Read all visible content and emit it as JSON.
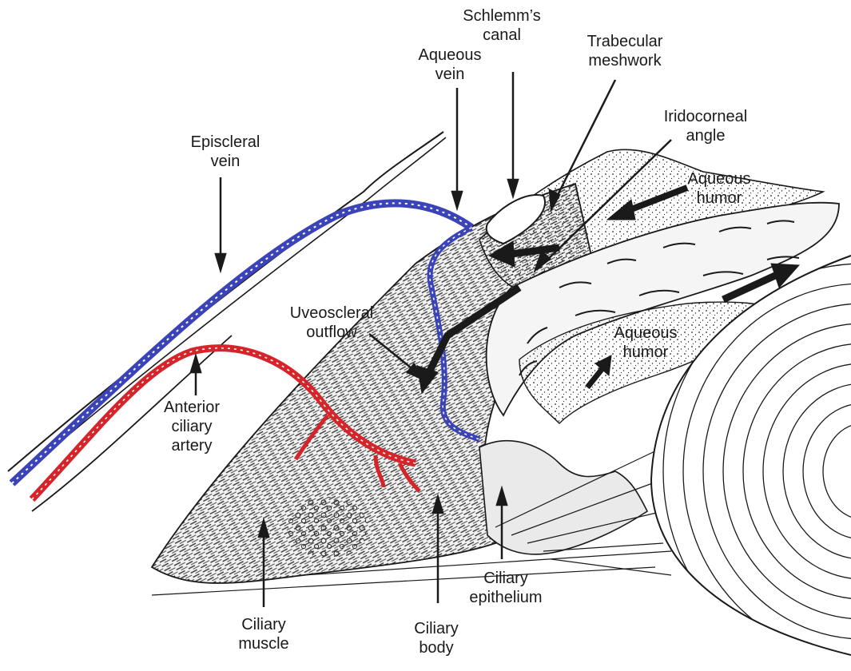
{
  "labels": {
    "schlemms_canal": [
      "Schlemm’s",
      "canal"
    ],
    "aqueous_vein": [
      "Aqueous",
      "vein"
    ],
    "trabecular_meshwork": [
      "Trabecular",
      "meshwork"
    ],
    "iridocorneal_angle": [
      "Iridocorneal",
      "angle"
    ],
    "aqueous_humor_top": [
      "Aqueous",
      "humor"
    ],
    "episcleral_vein": [
      "Episcleral",
      "vein"
    ],
    "uveoscleral_outflow": [
      "Uveoscleral",
      "outflow"
    ],
    "aqueous_humor_mid": [
      "Aqueous",
      "humor"
    ],
    "anterior_ciliary_artery": [
      "Anterior",
      "ciliary",
      "artery"
    ],
    "ciliary_muscle": [
      "Ciliary",
      "muscle"
    ],
    "ciliary_body": [
      "Ciliary",
      "body"
    ],
    "ciliary_epithelium": [
      "Ciliary",
      "epithelium"
    ]
  },
  "colors": {
    "vein": "#3b43b8",
    "artery": "#d6252a",
    "ink": "#1a1a1a"
  }
}
